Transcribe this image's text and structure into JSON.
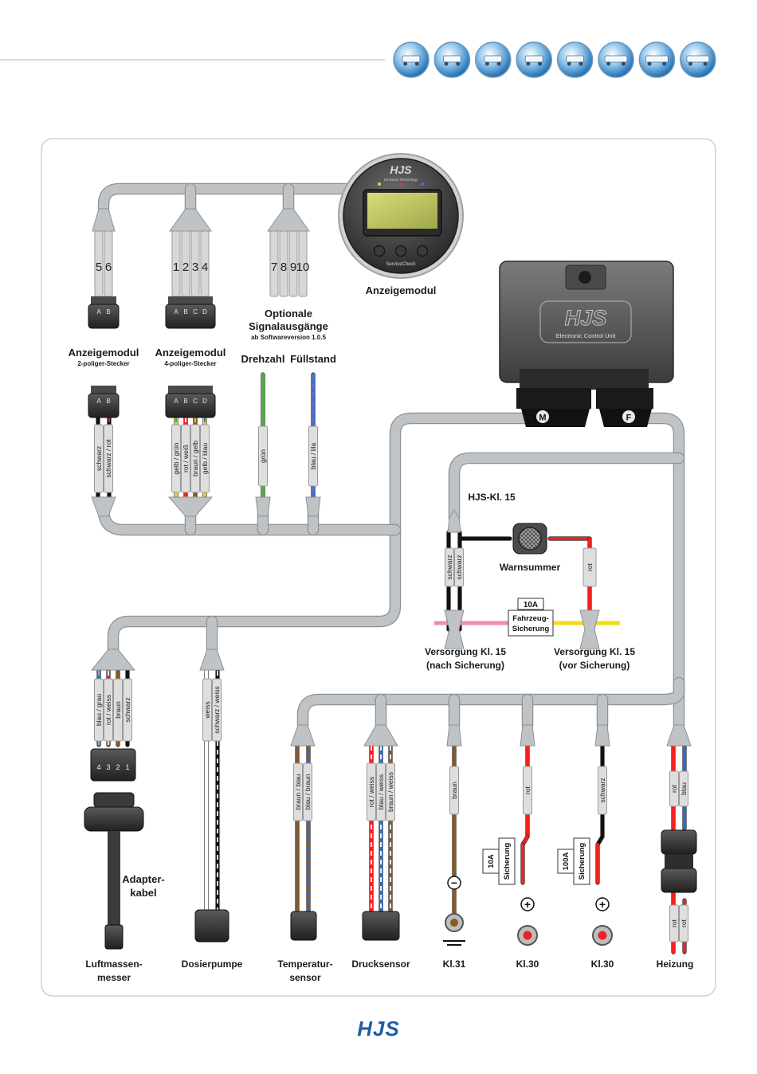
{
  "header": {
    "vehicle_icons": [
      "forklift-small-icon",
      "forklift-icon",
      "pickup-truck-icon",
      "car-icon",
      "van-icon",
      "box-truck-icon",
      "semi-truck-icon",
      "bus-icon"
    ]
  },
  "devices": {
    "display_brand": "HJS",
    "display_tagline": "Emission Technology",
    "display_button_label": "ServiceCheck",
    "display_title": "Anzeigemodul",
    "ecu_brand": "HJS",
    "ecu_subtitle": "Electronic Control Unit",
    "ecu_port_m": "M",
    "ecu_port_f": "F"
  },
  "connectors": {
    "pins_56": [
      "5",
      "6"
    ],
    "pins_1234": [
      "1",
      "2",
      "3",
      "4"
    ],
    "pins_78910": [
      "7",
      "8",
      "9",
      "10"
    ],
    "letters_ab": [
      "A",
      "B"
    ],
    "letters_abcd": [
      "A",
      "B",
      "C",
      "D"
    ],
    "anz2_title": "Anzeigemodul",
    "anz2_sub": "2-poliger-Stecker",
    "anz4_title": "Anzeigemodul",
    "anz4_sub": "4-poliger-Stecker",
    "optional_l1": "Optionale",
    "optional_l2": "Signalausgänge",
    "optional_sub": "ab Softwareversion 1.0.5",
    "drehzahl": "Drehzahl",
    "fuellstand": "Füllstand",
    "lmm_pins": [
      "4",
      "3",
      "2",
      "1"
    ]
  },
  "wires": {
    "anz2": [
      "schwarz",
      "schwarz / rot"
    ],
    "anz4": [
      "gelb / grün",
      "rot / weiß",
      "braun / gelb",
      "gelb / blau"
    ],
    "drehzahl": "grün",
    "fuellstand": "blau / lila",
    "hjs_pair": [
      "schwarz",
      "schwarz"
    ],
    "warn_rot": "rot",
    "lmm": [
      "blau / grau",
      "rot / weiss",
      "braun",
      "schwarz"
    ],
    "dosier": [
      "weiss",
      "schwarz / weiss"
    ],
    "temp": [
      "braun / blau",
      "blau / braun"
    ],
    "druck": [
      "rot / weiss",
      "blau / weiss",
      "braun / weiss"
    ],
    "kl31": "braun",
    "kl30a": "rot",
    "kl30b": "schwarz",
    "heiz_top": [
      "rot",
      "blau"
    ],
    "heiz_bottom": [
      "rot",
      "rot"
    ]
  },
  "power": {
    "hjs_kl15": "HJS-Kl. 15",
    "warnsummer": "Warnsummer",
    "fuse_rating": "10A",
    "fuse_l1": "Fahrzeug-",
    "fuse_l2": "Sicherung",
    "vers_nach_l1": "Versorgung Kl. 15",
    "vers_nach_l2": "(nach Sicherung)",
    "vers_vor_l1": "Versorgung Kl. 15",
    "vers_vor_l2": "(vor Sicherung)"
  },
  "terminals": {
    "adapter_l1": "Adapter-",
    "adapter_l2": "kabel",
    "lmm_l1": "Luftmassen-",
    "lmm_l2": "messer",
    "dosier": "Dosierpumpe",
    "temp_l1": "Temperatur-",
    "temp_l2": "sensor",
    "druck": "Drucksensor",
    "kl31": "Kl.31",
    "kl30a": "Kl.30",
    "kl30b": "Kl.30",
    "heizung": "Heizung",
    "fuse10_rating": "10A",
    "fuse10_label": "Sicherung",
    "fuse100_rating": "100A",
    "fuse100_label": "Sicherung",
    "minus": "−",
    "plus": "+"
  },
  "footer": {
    "logo": "HJS"
  },
  "colors": {
    "harness": "#bfc3c6",
    "harness_edge": "#8d9296",
    "accent_blue": "#1b5fa8",
    "border": "#c9c9c9"
  }
}
